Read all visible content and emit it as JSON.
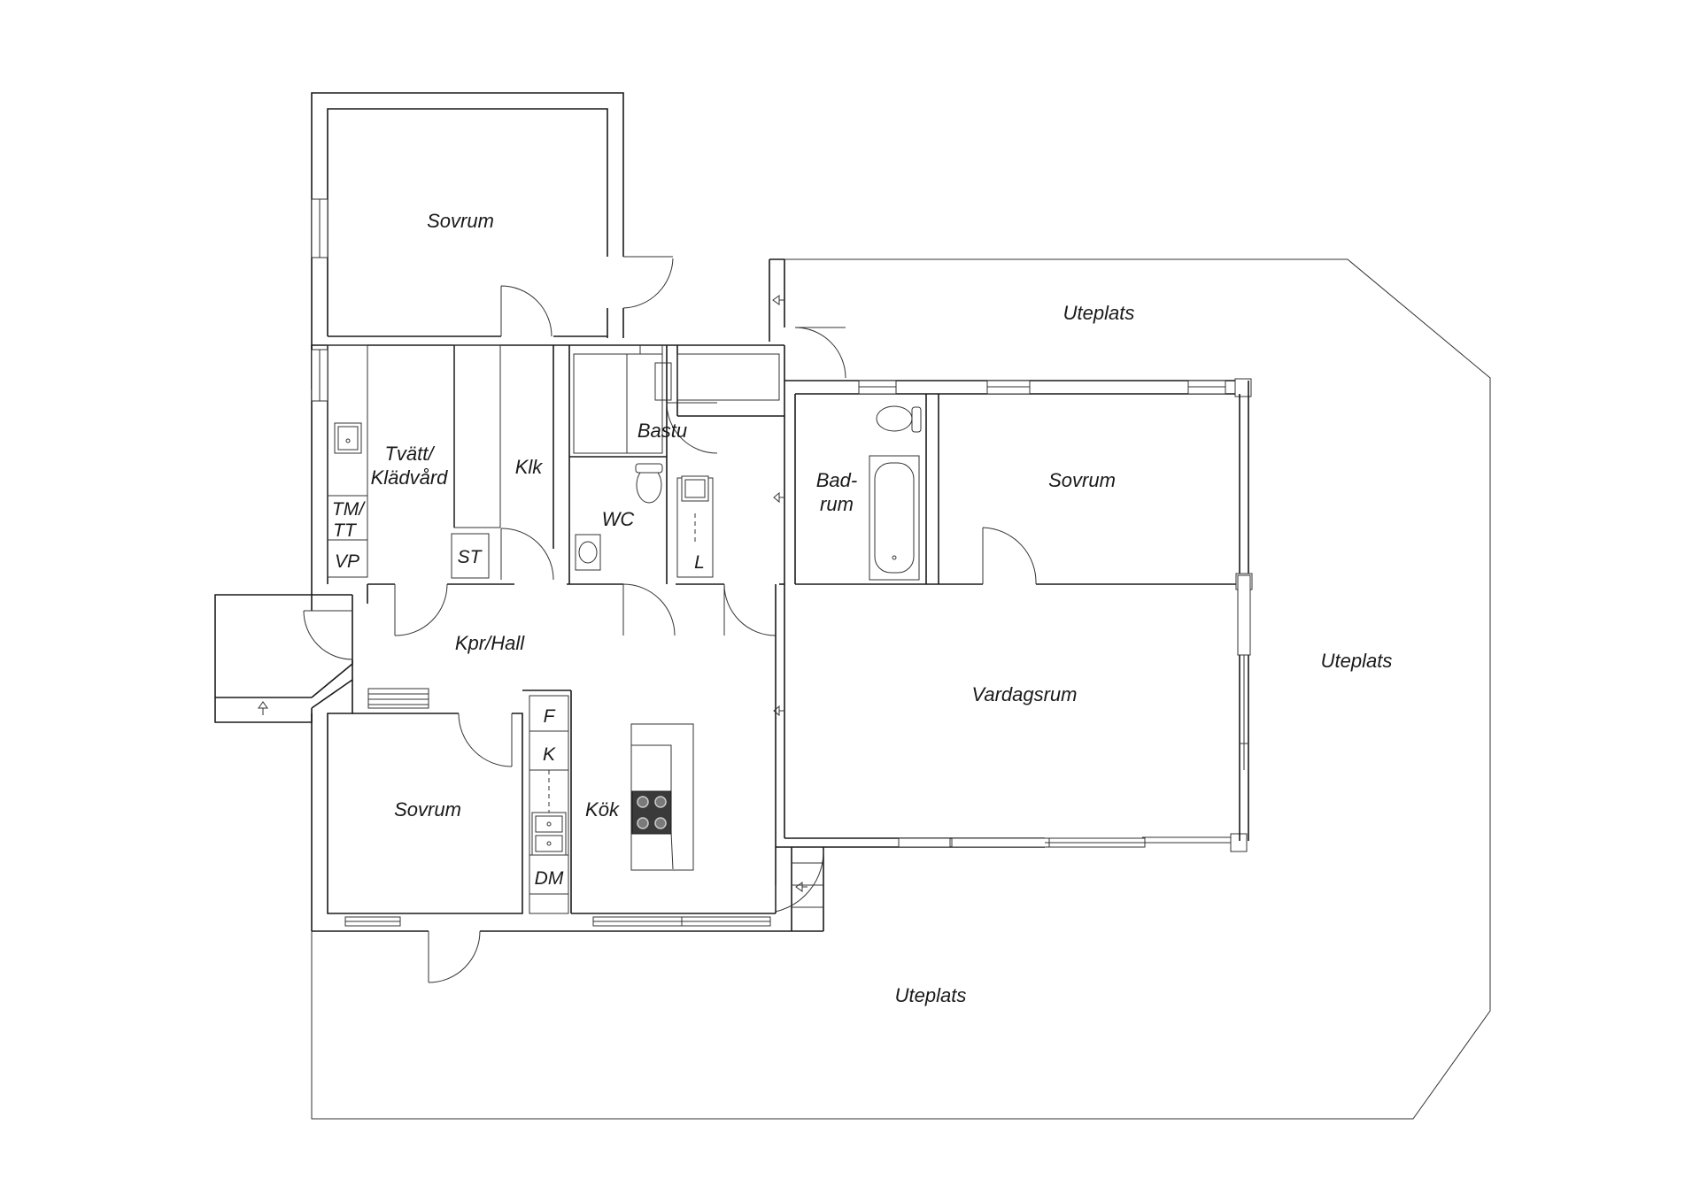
{
  "rooms": {
    "sovrum_north": "Sovrum",
    "uteplats_north": "Uteplats",
    "tvatt_1": "Tvätt/",
    "tvatt_2": "Klädvård",
    "tm_1": "TM/",
    "tm_2": "TT",
    "vp": "VP",
    "st": "ST",
    "klk": "Klk",
    "bastu": "Bastu",
    "wc": "WC",
    "l": "L",
    "badrum_1": "Bad-",
    "badrum_2": "rum",
    "sovrum_east": "Sovrum",
    "kpr_hall": "Kpr/Hall",
    "uteplats_east": "Uteplats",
    "vardagsrum": "Vardagsrum",
    "f": "F",
    "k": "K",
    "kok": "Kök",
    "sovrum_southwest": "Sovrum",
    "dm": "DM",
    "uteplats_south": "Uteplats"
  },
  "icons": [
    "sink-icon",
    "toilet-icon",
    "bathtub-icon",
    "stove-icon",
    "entry-arrow-icon"
  ]
}
